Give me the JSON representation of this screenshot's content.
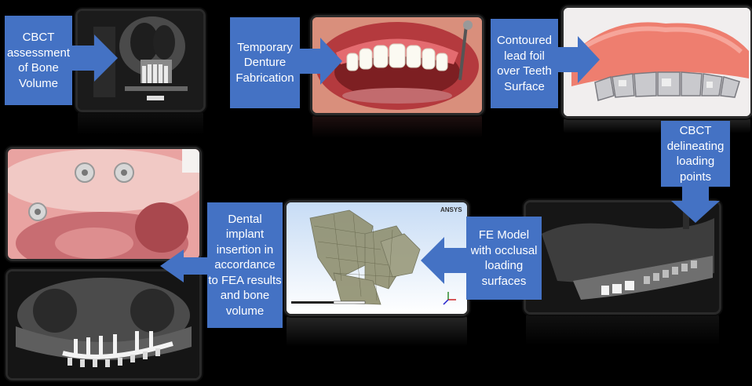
{
  "diagram": {
    "steps": [
      {
        "id": "cbct-assessment",
        "label": "CBCT\nassessment\nof Bone\nVolume"
      },
      {
        "id": "temporary-denture",
        "label": "Temporary\nDenture\nFabrication"
      },
      {
        "id": "lead-foil",
        "label": "Contoured\nlead foil\nover Teeth\nSurface"
      },
      {
        "id": "cbct-loading",
        "label": "CBCT\ndelineating\nloading\npoints"
      },
      {
        "id": "fe-model",
        "label": "FE Model\nwith occlusal\nloading\nsurfaces"
      },
      {
        "id": "implant-insertion",
        "label": "Dental\nimplant\ninsertion in\naccordance\nto FEA results\nand bone\nvolume"
      }
    ],
    "fe_logo_text": "ANSYS",
    "colors": {
      "box_fill": "#4472c4",
      "box_text": "#ffffff",
      "background": "#000000"
    },
    "images": [
      "cbct-coronal-slice",
      "mouth-with-temporary-denture",
      "denture-with-lead-foil",
      "cbct-sagittal-slice",
      "finite-element-mesh-model",
      "intraoral-implant-abutments",
      "panoramic-radiograph-with-implant-bar"
    ]
  }
}
